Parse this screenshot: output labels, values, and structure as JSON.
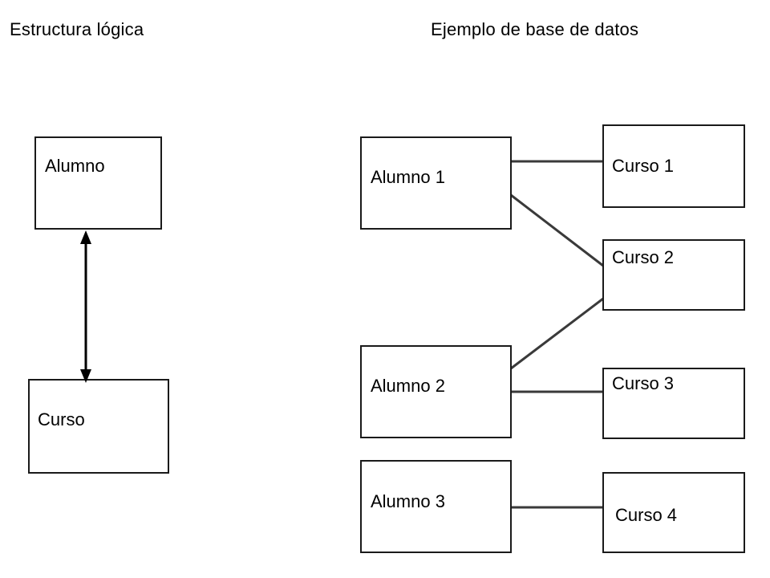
{
  "titles": {
    "left": "Estructura lógica",
    "right": "Ejemplo de base de datos"
  },
  "logical": {
    "alumno": "Alumno",
    "curso": "Curso"
  },
  "example": {
    "alumnos": [
      "Alumno 1",
      "Alumno 2",
      "Alumno 3"
    ],
    "cursos": [
      "Curso 1",
      "Curso 2",
      "Curso 3",
      "Curso 4"
    ],
    "links": [
      {
        "from": "Alumno 1",
        "to": "Curso 1"
      },
      {
        "from": "Alumno 1",
        "to": "Curso 2"
      },
      {
        "from": "Alumno 2",
        "to": "Curso 2"
      },
      {
        "from": "Alumno 2",
        "to": "Curso 3"
      },
      {
        "from": "Alumno 3",
        "to": "Curso 4"
      }
    ]
  },
  "colors": {
    "stroke": "#1a1a1a",
    "link": "#3a3a3a"
  }
}
